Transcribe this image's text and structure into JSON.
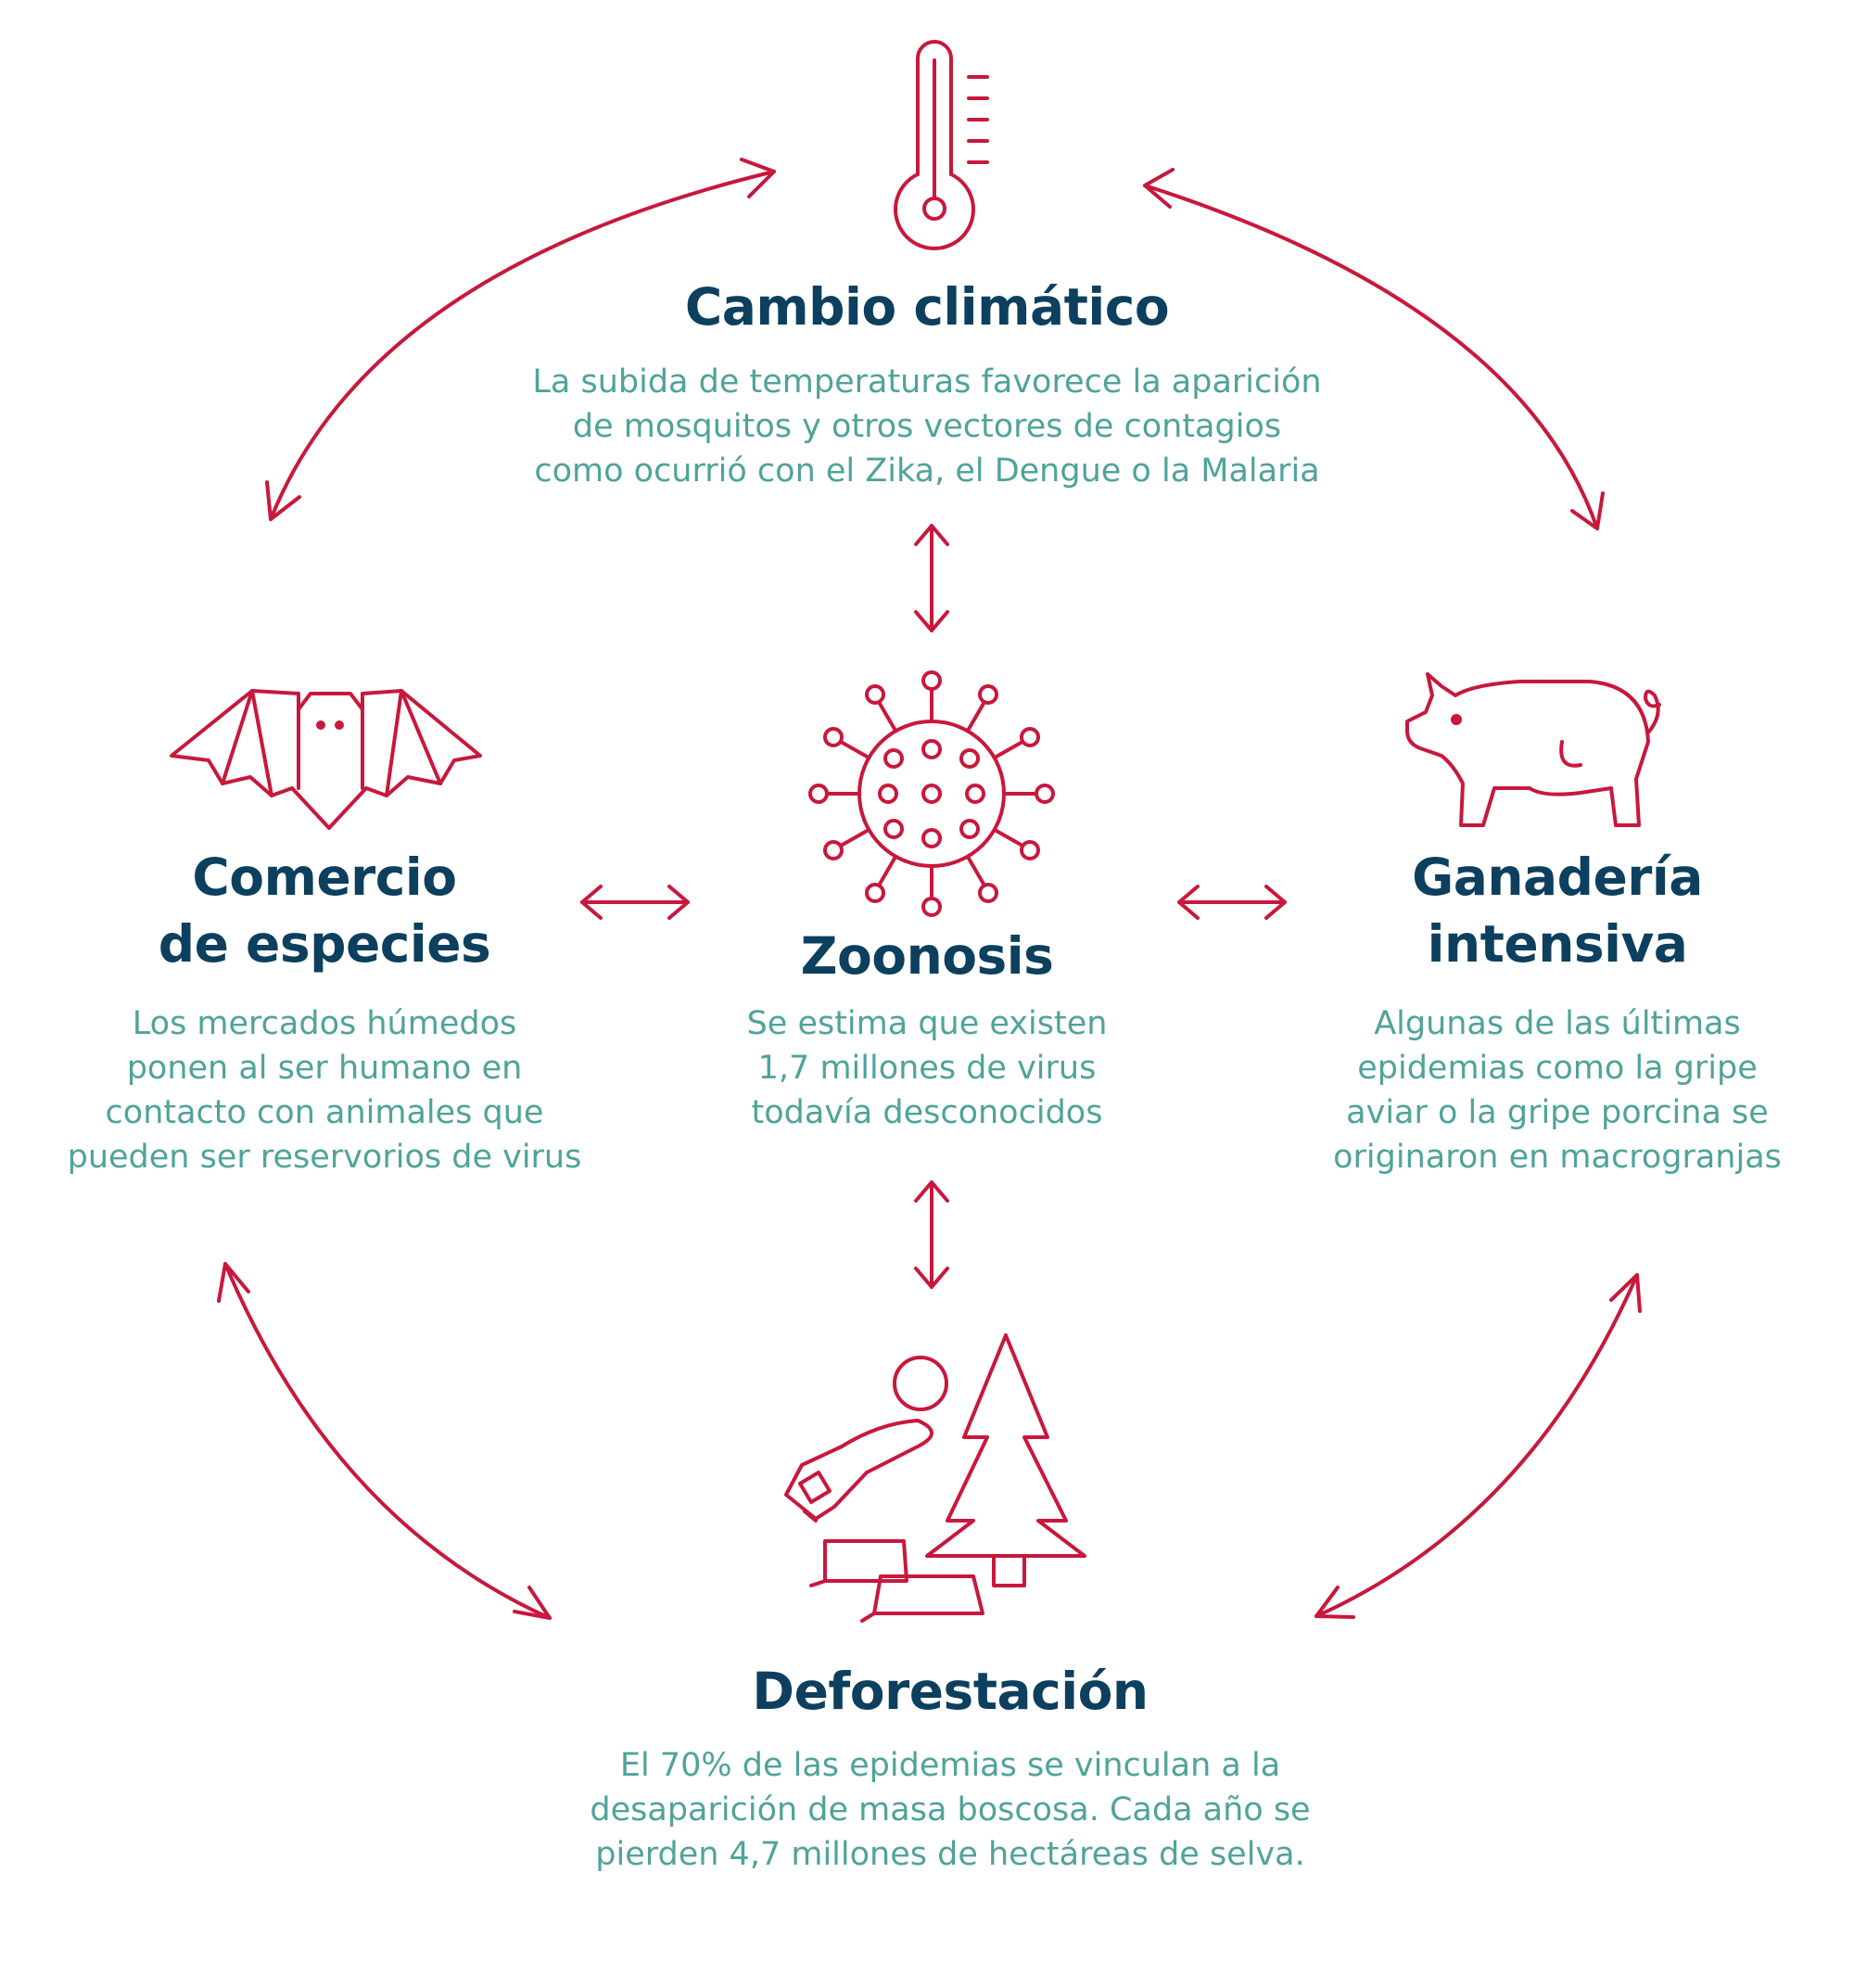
{
  "colors": {
    "icon_and_arrows": "#c8183c",
    "title": "#0d3f5e",
    "description": "#4fa39a",
    "background": "#ffffff"
  },
  "nodes": {
    "cambio": {
      "icon": "thermometer-icon",
      "title": [
        "Cambio climático"
      ],
      "description": [
        "La subida de temperaturas favorece la aparición",
        "de mosquitos y otros vectores de contagios",
        "como ocurrió con el Zika, el Dengue o la Malaria"
      ]
    },
    "comercio": {
      "icon": "bat-icon",
      "title": [
        "Comercio",
        "de especies"
      ],
      "description": [
        "Los mercados húmedos",
        "ponen al ser humano en",
        "contacto con animales que",
        "pueden ser reservorios de virus"
      ]
    },
    "zoonosis": {
      "icon": "virus-icon",
      "title": [
        "Zoonosis"
      ],
      "description": [
        "Se estima que existen",
        "1,7 millones de virus",
        "todavía desconocidos"
      ]
    },
    "ganaderia": {
      "icon": "pig-icon",
      "title": [
        "Ganadería",
        "intensiva"
      ],
      "description": [
        "Algunas de las últimas",
        "epidemias como la gripe",
        "aviar o la gripe porcina se",
        "originaron en macrogranjas"
      ]
    },
    "deforestacion": {
      "icon": "deforestation-icon",
      "title": [
        "Deforestación"
      ],
      "description": [
        "El 70% de las epidemias se vinculan a la",
        "desaparición de masa boscosa. Cada año se",
        "pierden 4,7 millones de hectáreas de selva."
      ]
    }
  }
}
